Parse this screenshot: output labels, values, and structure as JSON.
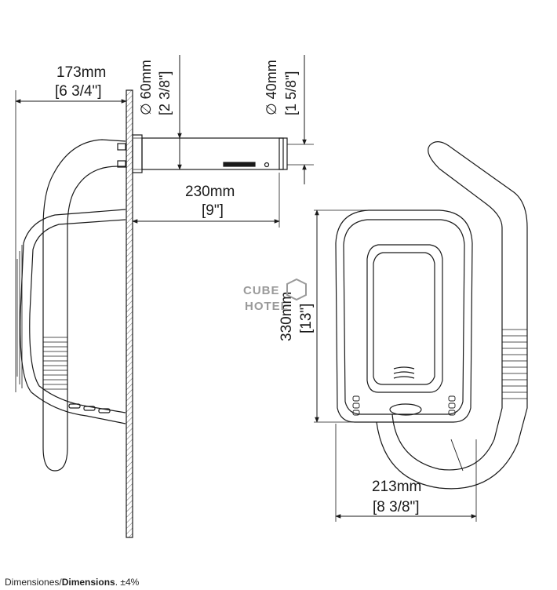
{
  "dimensions": {
    "depth_mm": "173mm",
    "depth_in": "[6 3/4\"]",
    "diam_large": "∅ 60mm",
    "diam_large_in": "[2 3/8\"]",
    "diam_small": "∅ 40mm",
    "diam_small_in": "[1 5/8\"]",
    "nozzle_length_mm": "230mm",
    "nozzle_length_in": "[9\"]",
    "height_mm": "330mm",
    "height_in": "[13\"]",
    "width_mm": "213mm",
    "width_in": "[8 3/8\"]"
  },
  "watermark": {
    "line1": "CUBE",
    "line2": "HOTEL"
  },
  "caption": {
    "label_es": "Dimensiones/",
    "label_en": "Dimensions",
    "tolerance": ". ±4%"
  }
}
